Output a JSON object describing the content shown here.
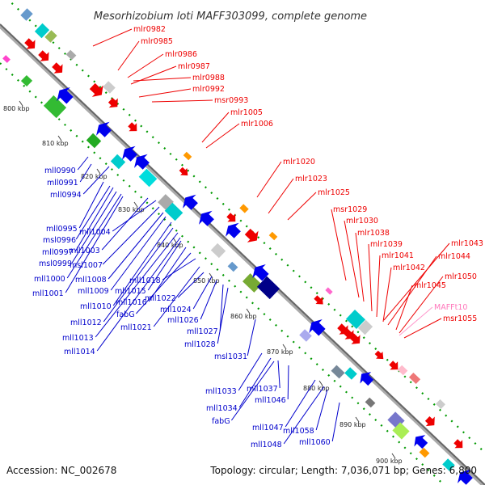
{
  "title": "Mesorhizobium loti MAFF303099, complete genome",
  "footer": {
    "accession": "Accession: NC_002678",
    "summary": "Topology: circular; Length: 7,036,071 bp; Genes: 6,800"
  },
  "colors": {
    "forward_label": "#ee0000",
    "forward_label_trna": "#ff77bb",
    "reverse_label": "#0000cc",
    "backbone": "#888888",
    "track_guide": "#009900"
  },
  "ticks": [
    "800 kbp",
    "810 kbp",
    "820 kbp",
    "830 kbp",
    "840 kbp",
    "850 kbp",
    "860 kbp",
    "870 kbp",
    "880 kbp",
    "890 kbp",
    "900 kbp"
  ],
  "forward_genes": [
    "mlr0982",
    "mlr0985",
    "mlr0986",
    "mlr0987",
    "mlr0988",
    "mlr0992",
    "msr0993",
    "mlr1005",
    "mlr1006",
    "mlr1020",
    "mlr1023",
    "mlr1025",
    "msr1029",
    "mlr1030",
    "mlr1038",
    "mlr1039",
    "mlr1041",
    "mlr1042",
    "mlr1043",
    "mlr1044",
    "mlr1045",
    "mlr1050",
    "MAFFt10",
    "msr1055"
  ],
  "reverse_genes": [
    "mll0990",
    "mll0991",
    "mll0994",
    "mll0995",
    "msl0996",
    "mll0997",
    "msl0999",
    "mll1000",
    "mll1001",
    "mll1003",
    "mll1004",
    "msl1007",
    "mll1008",
    "mll1009",
    "mll1010",
    "mll1012",
    "mll1013",
    "mll1014",
    "mll1015",
    "mll1016",
    "fabG",
    "mll1018",
    "mll1021",
    "mll1022",
    "mll1024",
    "mll1026",
    "mll1027",
    "mll1028",
    "msl1031",
    "mll1033",
    "mll1034",
    "fabG",
    "mll1037",
    "mll1046",
    "mll1047",
    "mll1048",
    "mll1058",
    "mll1060"
  ]
}
